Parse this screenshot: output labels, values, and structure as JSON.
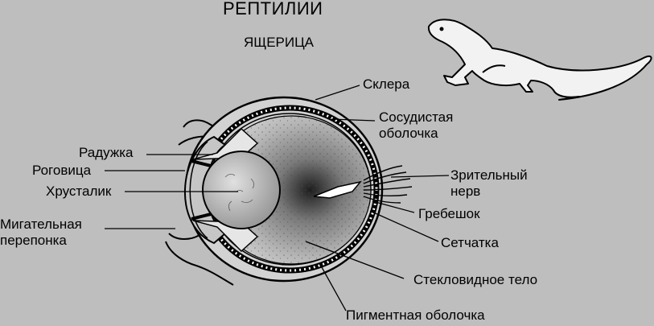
{
  "header": {
    "title": "РЕПТИЛИИ",
    "subtitle": "ЯЩЕРИЦА"
  },
  "labels": {
    "sclera": "Склера",
    "choroid": "Сосудистая\nоболочка",
    "iris": "Радужка",
    "cornea": "Роговица",
    "lens": "Хрусталик",
    "nictitating": "Мигательная\nперепонка",
    "optic_nerve": "Зрительный\nнерв",
    "pecten": "Гребешок",
    "retina": "Сетчатка",
    "vitreous": "Стекловидное тело",
    "pigment": "Пигментная оболочка"
  },
  "colors": {
    "background": "#bebebe",
    "line": "#000000",
    "lens_fill": "#c8c8c8",
    "sclera_fill": "#d2d2d2"
  },
  "icons": [
    "lizard-illustration",
    "eye-cross-section"
  ]
}
